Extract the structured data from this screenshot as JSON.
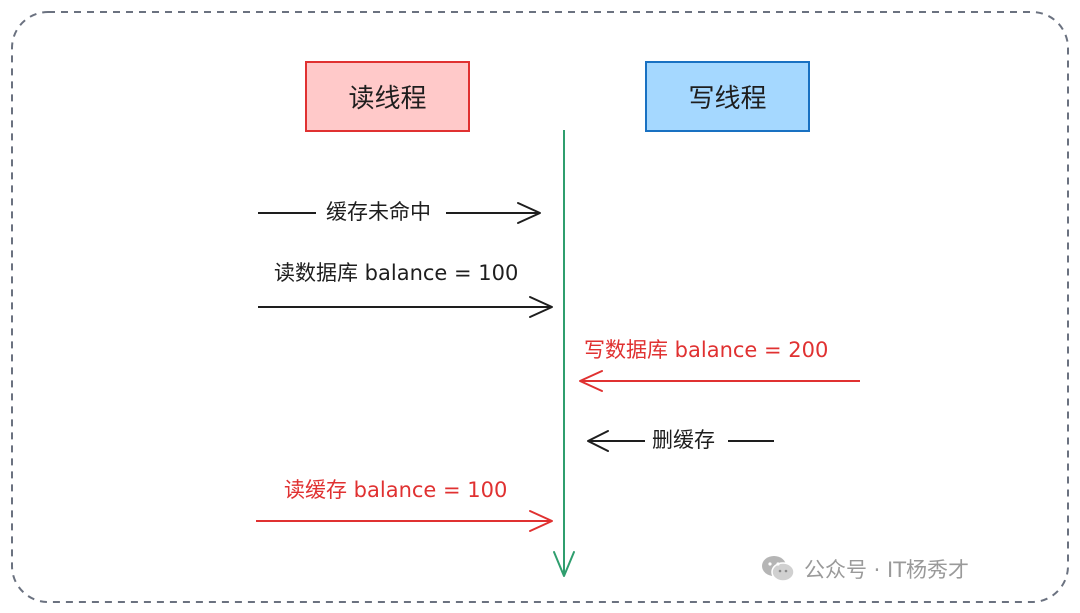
{
  "threads": {
    "read": "读线程",
    "write": "写线程"
  },
  "steps": {
    "cache_miss": "缓存未命中",
    "read_db": "读数据库 balance = 100",
    "write_db": "写数据库 balance = 200",
    "delete_cache": "删缓存",
    "read_cache": "读缓存 balance = 100"
  },
  "watermark": {
    "text": "公众号 · IT杨秀才",
    "icon": "wechat-icon"
  },
  "colors": {
    "read_box_fill": "#ffc9c9",
    "read_box_stroke": "#e03131",
    "write_box_fill": "#a5d8ff",
    "write_box_stroke": "#1971c2",
    "timeline": "#2f9e6e",
    "arrow_dark": "#1e1e1e",
    "arrow_red": "#e03131",
    "frame": "#6b7280"
  }
}
